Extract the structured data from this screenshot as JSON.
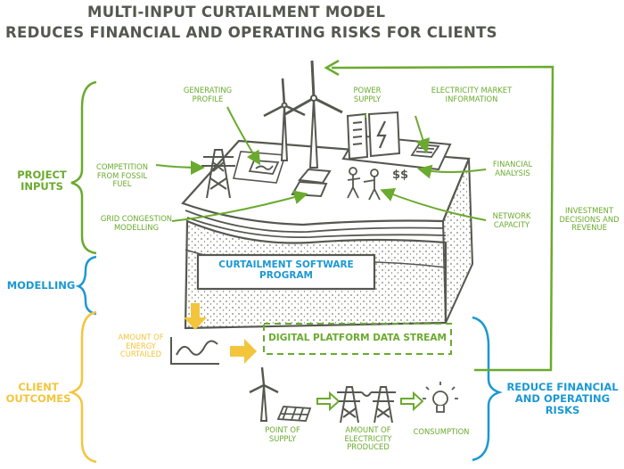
{
  "title": {
    "line1": "MULTI-INPUT CURTAILMENT MODEL",
    "line2": "REDUCES FINANCIAL AND OPERATING RISKS FOR CLIENTS"
  },
  "sections": {
    "project_inputs": "PROJECT INPUTS",
    "modelling": "MODELLING",
    "client_outcomes": "CLIENT OUTCOMES",
    "reduce_risks": "REDUCE FINANCIAL AND OPERATING RISKS"
  },
  "inputs": {
    "generating_profile": "GENERATING PROFILE",
    "power_supply": "POWER SUPPLY",
    "electricity_market": "ELECTRICITY MARKET INFORMATION",
    "competition": "COMPETITION FROM FOSSIL FUEL",
    "financial_analysis": "FINANCIAL ANALYSIS",
    "grid_congestion": "GRID CONGESTION MODELLING",
    "network_capacity": "NETWORK CAPACITY",
    "investment": "INVESTMENT DECISIONS AND REVENUE"
  },
  "software": "CURTAILMENT SOFTWARE PROGRAM",
  "dollar_sign": "$$",
  "outputs": {
    "energy_curtailed": "AMOUNT OF ENERGY CURTAILED",
    "data_stream": "DIGITAL PLATFORM DATA STREAM",
    "point_of_supply": "POINT OF SUPPLY",
    "electricity_produced": "AMOUNT OF ELECTRICITY PRODUCED",
    "consumption": "CONSUMPTION"
  },
  "colors": {
    "green": "#6aaa2e",
    "blue": "#1b98d4",
    "yellow": "#f2c53d",
    "dark": "#55584f"
  }
}
